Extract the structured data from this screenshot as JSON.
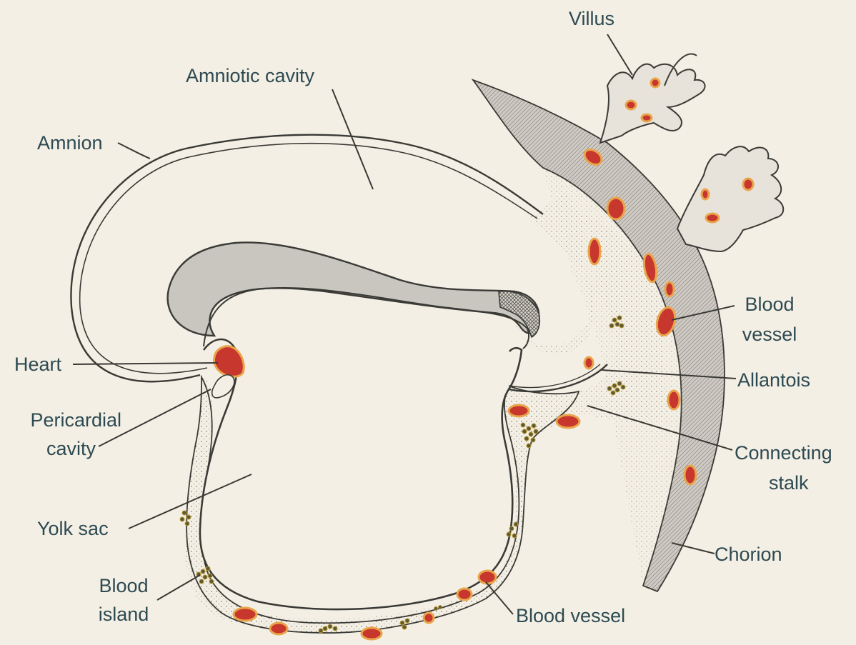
{
  "labels": {
    "villus": "Villus",
    "amniotic_cavity": "Amniotic cavity",
    "amnion": "Amnion",
    "heart": "Heart",
    "pericardial_cavity": [
      "Pericardial",
      "cavity"
    ],
    "yolk_sac": "Yolk sac",
    "blood_island": [
      "Blood",
      "island"
    ],
    "blood_vessel_bottom": "Blood vessel",
    "blood_vessel_right": [
      "Blood",
      "vessel"
    ],
    "allantois": "Allantois",
    "connecting_stalk": [
      "Connecting",
      "stalk"
    ],
    "chorion": "Chorion"
  },
  "colors": {
    "background": "#f4efe4",
    "label_text": "#2d4a52",
    "outline": "#3a3a36",
    "embryo_fill": "#c9c6c0",
    "mesoderm_fill": "#f7f2e7",
    "blood": "#c8372d",
    "blood_glow": "#e8a54b",
    "blood_island_cells": "#5d5a30"
  }
}
